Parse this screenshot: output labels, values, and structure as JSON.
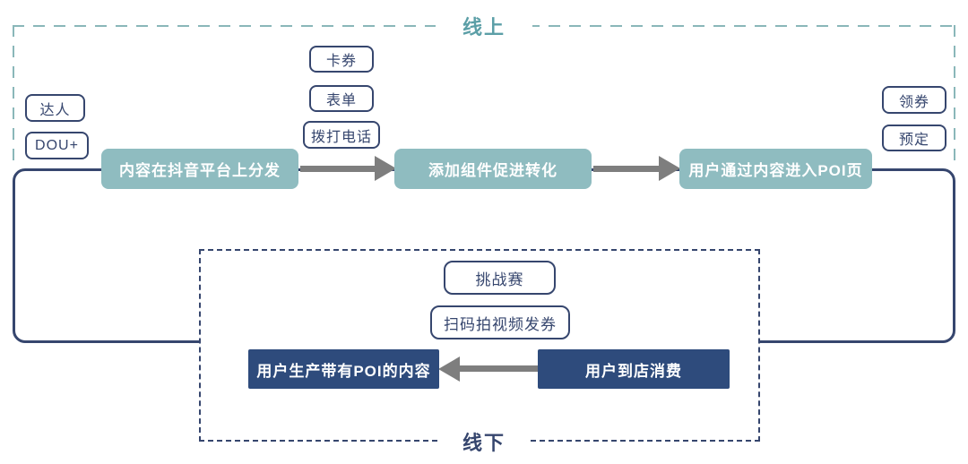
{
  "sections": {
    "online": {
      "label": "线上"
    },
    "offline": {
      "label": "线下"
    }
  },
  "flow": {
    "online_boxes": [
      {
        "label": "内容在抖音平台上分发"
      },
      {
        "label": "添加组件促进转化"
      },
      {
        "label": "用户通过内容进入POI页"
      }
    ],
    "offline_boxes": [
      {
        "label": "用户生产带有POI的内容"
      },
      {
        "label": "用户到店消费"
      }
    ]
  },
  "tags": {
    "promotion": [
      {
        "label": "达人"
      },
      {
        "label": "DOU+"
      }
    ],
    "components": [
      {
        "label": "卡券"
      },
      {
        "label": "表单"
      },
      {
        "label": "拨打电话"
      }
    ],
    "poi_actions": [
      {
        "label": "领券"
      },
      {
        "label": "预定"
      }
    ],
    "offline_tools": [
      {
        "label": "挑战赛"
      },
      {
        "label": "扫码拍视频发券"
      }
    ]
  },
  "colors": {
    "teal_box": "#8FBCC0",
    "teal_line": "#8AB7B9",
    "teal_text": "#5C9FA7",
    "navy": "#36466E",
    "dark_box": "#2E4B7C",
    "arrow_gray": "#7E7E7E",
    "background": "#FFFFFF"
  }
}
